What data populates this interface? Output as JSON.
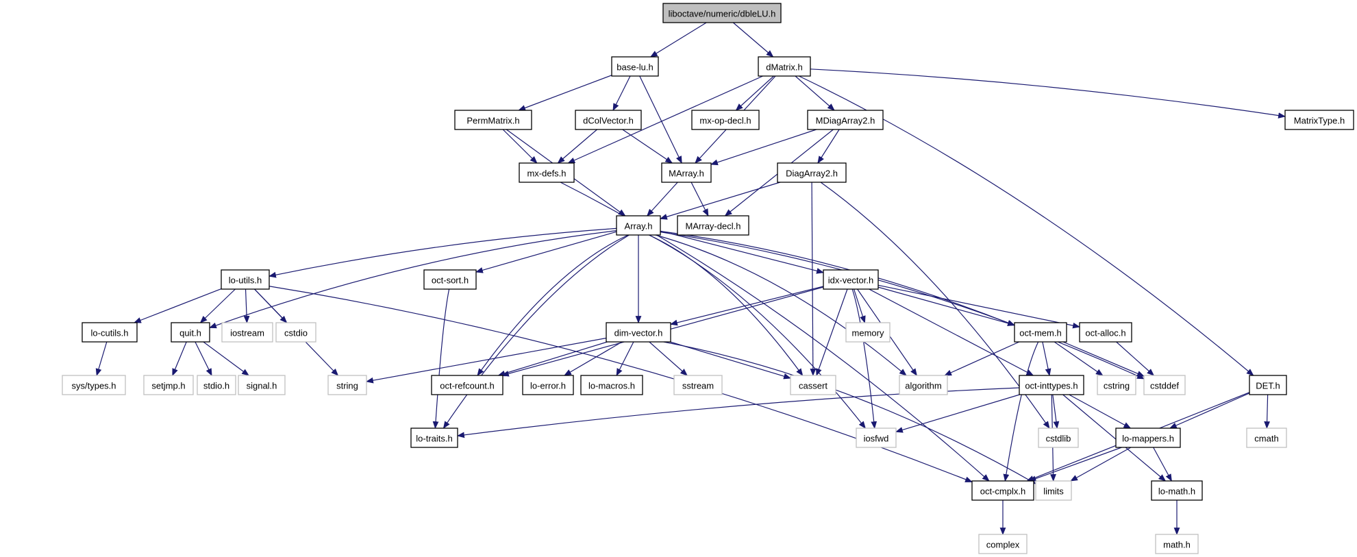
{
  "title": "liboctave/numeric/dbleLU.h",
  "colors": {
    "edge": "#191970",
    "root_fill": "#bfbfbf",
    "documented_border": "#000000",
    "external_border": "#bfbfbf",
    "node_fill": "#ffffff"
  },
  "nodes": [
    {
      "id": "root",
      "label": "liboctave/numeric/dbleLU.h",
      "kind": "root"
    },
    {
      "id": "base-lu",
      "label": "base-lu.h",
      "kind": "doc"
    },
    {
      "id": "dMatrix",
      "label": "dMatrix.h",
      "kind": "doc"
    },
    {
      "id": "PermMatrix",
      "label": "PermMatrix.h",
      "kind": "doc"
    },
    {
      "id": "dColVector",
      "label": "dColVector.h",
      "kind": "doc"
    },
    {
      "id": "mx-op-decl",
      "label": "mx-op-decl.h",
      "kind": "doc"
    },
    {
      "id": "MDiagArray2",
      "label": "MDiagArray2.h",
      "kind": "doc"
    },
    {
      "id": "MatrixType",
      "label": "MatrixType.h",
      "kind": "doc"
    },
    {
      "id": "mx-defs",
      "label": "mx-defs.h",
      "kind": "doc"
    },
    {
      "id": "MArray",
      "label": "MArray.h",
      "kind": "doc"
    },
    {
      "id": "DiagArray2",
      "label": "DiagArray2.h",
      "kind": "doc"
    },
    {
      "id": "Array",
      "label": "Array.h",
      "kind": "doc"
    },
    {
      "id": "MArray-decl",
      "label": "MArray-decl.h",
      "kind": "doc"
    },
    {
      "id": "lo-utils",
      "label": "lo-utils.h",
      "kind": "doc"
    },
    {
      "id": "oct-sort",
      "label": "oct-sort.h",
      "kind": "doc"
    },
    {
      "id": "idx-vector",
      "label": "idx-vector.h",
      "kind": "doc"
    },
    {
      "id": "lo-cutils",
      "label": "lo-cutils.h",
      "kind": "doc"
    },
    {
      "id": "quit",
      "label": "quit.h",
      "kind": "doc"
    },
    {
      "id": "iostream",
      "label": "iostream",
      "kind": "ext"
    },
    {
      "id": "cstdio",
      "label": "cstdio",
      "kind": "ext"
    },
    {
      "id": "dim-vector",
      "label": "dim-vector.h",
      "kind": "doc"
    },
    {
      "id": "memory",
      "label": "memory",
      "kind": "ext"
    },
    {
      "id": "oct-mem",
      "label": "oct-mem.h",
      "kind": "doc"
    },
    {
      "id": "oct-alloc",
      "label": "oct-alloc.h",
      "kind": "doc"
    },
    {
      "id": "sys-types",
      "label": "sys/types.h",
      "kind": "ext"
    },
    {
      "id": "setjmp",
      "label": "setjmp.h",
      "kind": "ext"
    },
    {
      "id": "stdio",
      "label": "stdio.h",
      "kind": "ext"
    },
    {
      "id": "signal",
      "label": "signal.h",
      "kind": "ext"
    },
    {
      "id": "string",
      "label": "string",
      "kind": "ext"
    },
    {
      "id": "oct-refcount",
      "label": "oct-refcount.h",
      "kind": "doc"
    },
    {
      "id": "lo-error",
      "label": "lo-error.h",
      "kind": "doc"
    },
    {
      "id": "lo-macros",
      "label": "lo-macros.h",
      "kind": "doc"
    },
    {
      "id": "sstream",
      "label": "sstream",
      "kind": "ext"
    },
    {
      "id": "cassert",
      "label": "cassert",
      "kind": "ext"
    },
    {
      "id": "algorithm",
      "label": "algorithm",
      "kind": "ext"
    },
    {
      "id": "oct-inttypes",
      "label": "oct-inttypes.h",
      "kind": "doc"
    },
    {
      "id": "cstring",
      "label": "cstring",
      "kind": "ext"
    },
    {
      "id": "cstddef",
      "label": "cstddef",
      "kind": "ext"
    },
    {
      "id": "DET",
      "label": "DET.h",
      "kind": "doc"
    },
    {
      "id": "lo-traits",
      "label": "lo-traits.h",
      "kind": "doc"
    },
    {
      "id": "iosfwd",
      "label": "iosfwd",
      "kind": "ext"
    },
    {
      "id": "cstdlib",
      "label": "cstdlib",
      "kind": "ext"
    },
    {
      "id": "lo-mappers",
      "label": "lo-mappers.h",
      "kind": "doc"
    },
    {
      "id": "cmath",
      "label": "cmath",
      "kind": "ext"
    },
    {
      "id": "oct-cmplx",
      "label": "oct-cmplx.h",
      "kind": "doc"
    },
    {
      "id": "limits",
      "label": "limits",
      "kind": "ext"
    },
    {
      "id": "lo-math",
      "label": "lo-math.h",
      "kind": "doc"
    },
    {
      "id": "complex",
      "label": "complex",
      "kind": "ext"
    },
    {
      "id": "math",
      "label": "math.h",
      "kind": "ext"
    }
  ],
  "edges": [
    [
      "root",
      "base-lu"
    ],
    [
      "root",
      "dMatrix"
    ],
    [
      "base-lu",
      "PermMatrix"
    ],
    [
      "base-lu",
      "dColVector"
    ],
    [
      "base-lu",
      "MArray"
    ],
    [
      "dMatrix",
      "mx-defs"
    ],
    [
      "dMatrix",
      "mx-op-decl"
    ],
    [
      "dMatrix",
      "MDiagArray2"
    ],
    [
      "dMatrix",
      "MArray"
    ],
    [
      "dMatrix",
      "MatrixType"
    ],
    [
      "dMatrix",
      "DET"
    ],
    [
      "PermMatrix",
      "mx-defs"
    ],
    [
      "PermMatrix",
      "Array"
    ],
    [
      "dColVector",
      "mx-defs"
    ],
    [
      "dColVector",
      "MArray"
    ],
    [
      "MDiagArray2",
      "MArray"
    ],
    [
      "MDiagArray2",
      "DiagArray2"
    ],
    [
      "MDiagArray2",
      "MArray-decl"
    ],
    [
      "mx-defs",
      "oct-cmplx"
    ],
    [
      "MArray",
      "Array"
    ],
    [
      "MArray",
      "MArray-decl"
    ],
    [
      "DiagArray2",
      "Array"
    ],
    [
      "DiagArray2",
      "cassert"
    ],
    [
      "DiagArray2",
      "cstdlib"
    ],
    [
      "Array",
      "lo-utils"
    ],
    [
      "Array",
      "quit"
    ],
    [
      "Array",
      "oct-sort"
    ],
    [
      "Array",
      "idx-vector"
    ],
    [
      "Array",
      "dim-vector"
    ],
    [
      "Array",
      "oct-refcount"
    ],
    [
      "Array",
      "lo-traits"
    ],
    [
      "Array",
      "iosfwd"
    ],
    [
      "Array",
      "cassert"
    ],
    [
      "Array",
      "algorithm"
    ],
    [
      "Array",
      "oct-mem"
    ],
    [
      "Array",
      "cstddef"
    ],
    [
      "lo-utils",
      "lo-cutils"
    ],
    [
      "lo-utils",
      "quit"
    ],
    [
      "lo-utils",
      "iostream"
    ],
    [
      "lo-utils",
      "cstdio"
    ],
    [
      "lo-utils",
      "string"
    ],
    [
      "lo-utils",
      "oct-cmplx"
    ],
    [
      "oct-sort",
      "lo-traits"
    ],
    [
      "lo-cutils",
      "sys-types"
    ],
    [
      "quit",
      "setjmp"
    ],
    [
      "quit",
      "stdio"
    ],
    [
      "quit",
      "signal"
    ],
    [
      "idx-vector",
      "dim-vector"
    ],
    [
      "idx-vector",
      "oct-refcount"
    ],
    [
      "idx-vector",
      "memory"
    ],
    [
      "idx-vector",
      "cassert"
    ],
    [
      "idx-vector",
      "algorithm"
    ],
    [
      "idx-vector",
      "iosfwd"
    ],
    [
      "idx-vector",
      "oct-mem"
    ],
    [
      "idx-vector",
      "oct-alloc"
    ],
    [
      "idx-vector",
      "oct-inttypes"
    ],
    [
      "dim-vector",
      "oct-refcount"
    ],
    [
      "dim-vector",
      "lo-error"
    ],
    [
      "dim-vector",
      "lo-macros"
    ],
    [
      "dim-vector",
      "sstream"
    ],
    [
      "dim-vector",
      "cassert"
    ],
    [
      "dim-vector",
      "string"
    ],
    [
      "dim-vector",
      "limits"
    ],
    [
      "oct-mem",
      "algorithm"
    ],
    [
      "oct-mem",
      "oct-inttypes"
    ],
    [
      "oct-mem",
      "cstring"
    ],
    [
      "oct-mem",
      "cstddef"
    ],
    [
      "oct-mem",
      "oct-cmplx"
    ],
    [
      "oct-alloc",
      "cstddef"
    ],
    [
      "oct-inttypes",
      "lo-traits"
    ],
    [
      "oct-inttypes",
      "iosfwd"
    ],
    [
      "oct-inttypes",
      "limits"
    ],
    [
      "oct-inttypes",
      "cstdlib"
    ],
    [
      "oct-inttypes",
      "lo-mappers"
    ],
    [
      "oct-inttypes",
      "lo-math"
    ],
    [
      "DET",
      "oct-cmplx"
    ],
    [
      "DET",
      "lo-mappers"
    ],
    [
      "DET",
      "cmath"
    ],
    [
      "lo-mappers",
      "oct-cmplx"
    ],
    [
      "lo-mappers",
      "limits"
    ],
    [
      "lo-mappers",
      "lo-math"
    ],
    [
      "oct-cmplx",
      "complex"
    ],
    [
      "lo-math",
      "math"
    ]
  ]
}
